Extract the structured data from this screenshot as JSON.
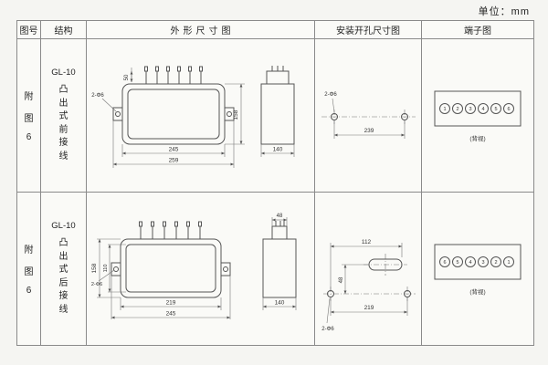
{
  "page": {
    "unit_label": "单位：mm"
  },
  "headers": {
    "fig": "图号",
    "structure": "结构",
    "outline": "外形尺寸图",
    "mounting": "安装开孔尺寸图",
    "terminal": "端子图"
  },
  "rows": [
    {
      "fig_chars": [
        "附",
        "图",
        "6"
      ],
      "model": "GL-10",
      "struct_chars": [
        "凸",
        "出",
        "式",
        "前",
        "接",
        "线"
      ],
      "outline": {
        "pin_height": "50",
        "body_width": "245",
        "overall_width": "259",
        "body_height": "158",
        "depth": "140",
        "hole_label": "2-Φ6"
      },
      "mounting": {
        "hole_label": "2-Φ6",
        "hole_span": "239"
      },
      "terminal": {
        "numbers": [
          "1",
          "2",
          "3",
          "4",
          "5",
          "6"
        ],
        "caption": "(背视)"
      }
    },
    {
      "fig_chars": [
        "附",
        "图",
        "6"
      ],
      "model": "GL-10",
      "struct_chars": [
        "凸",
        "出",
        "式",
        "后",
        "接",
        "线"
      ],
      "outline": {
        "body_height": "158",
        "inner_height": "110",
        "body_width": "219",
        "overall_width": "245",
        "terminal_depth": "48",
        "depth": "140",
        "hole_label": "2-Φ6"
      },
      "mounting": {
        "hole_label": "2-Φ6",
        "slot_span": "112",
        "vert_span": "48",
        "hole_span": "219"
      },
      "terminal": {
        "numbers": [
          "6",
          "5",
          "4",
          "3",
          "2",
          "1"
        ],
        "caption": "(背视)"
      }
    }
  ]
}
